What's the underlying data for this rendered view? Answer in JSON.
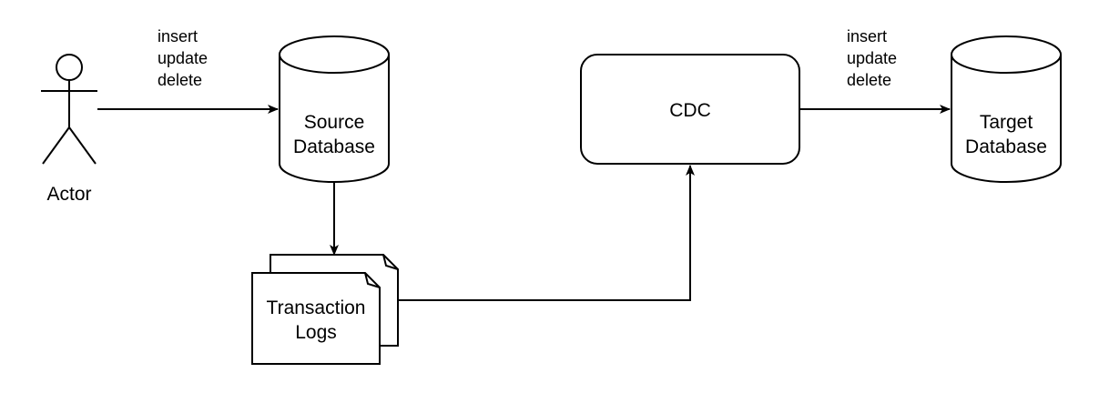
{
  "diagram": {
    "nodes": {
      "actor": {
        "label": "Actor",
        "icon": "stick-figure-icon"
      },
      "source_db": {
        "label_lines": [
          "Source",
          "Database"
        ],
        "shape": "cylinder"
      },
      "transaction_logs": {
        "label_lines": [
          "Transaction",
          "Logs"
        ],
        "shape": "stacked-documents"
      },
      "cdc": {
        "label": "CDC",
        "shape": "rounded-rectangle"
      },
      "target_db": {
        "label_lines": [
          "Target",
          "Database"
        ],
        "shape": "cylinder"
      }
    },
    "edges": {
      "actor_to_source": {
        "label_lines": [
          "insert",
          "update",
          "delete"
        ]
      },
      "source_to_logs": {},
      "logs_to_cdc": {},
      "cdc_to_target": {
        "label_lines": [
          "insert",
          "update",
          "delete"
        ]
      }
    },
    "colors": {
      "stroke": "#000000",
      "fill": "#ffffff"
    }
  }
}
